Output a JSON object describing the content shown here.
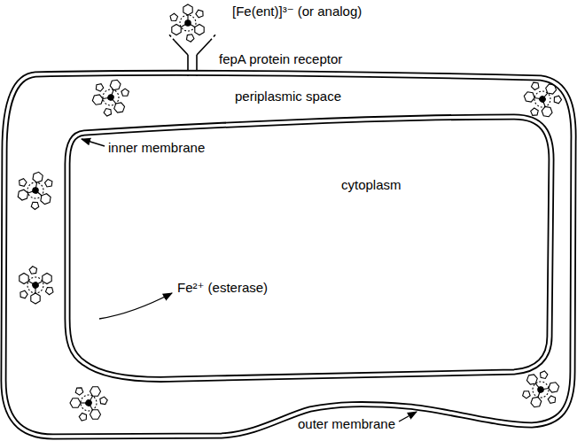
{
  "diagram": {
    "nodes": [
      {
        "text": [
          "periplasmic space"
        ]
      },
      {
        "text": [
          "cytoplasm"
        ],
        "in": 0
      }
    ],
    "labels": [
      "[Fe(ent)]³⁻ (or analog)",
      "fepA protein receptor",
      "inner membrane",
      "Fe²⁺ (esterase)",
      "outer membrane"
    ]
  }
}
